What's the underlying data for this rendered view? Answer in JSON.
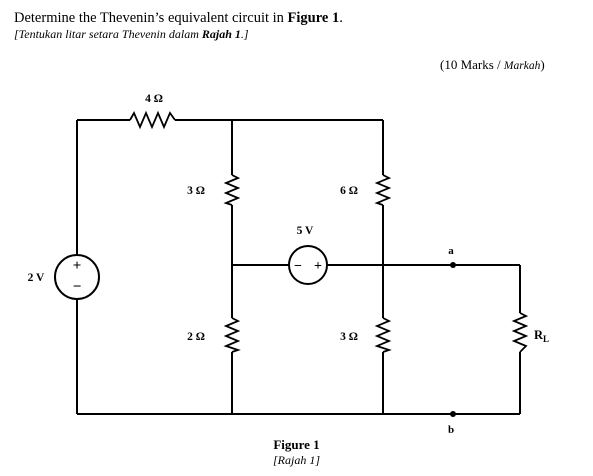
{
  "question": {
    "title_prefix": "Determine the Thevenin’s equivalent circuit in ",
    "title_figure": "Figure 1",
    "title_suffix": ".",
    "subtitle_prefix": "[Tentukan litar setara Thevenin dalam ",
    "subtitle_figure": "Rajah 1",
    "subtitle_suffix": ".]",
    "marks_text": "(10 Marks / ",
    "marks_italic": "Markah",
    "marks_close": ")"
  },
  "circuit": {
    "source_left": {
      "label": "2 V",
      "plus": "+",
      "minus": "−"
    },
    "source_mid": {
      "label": "5 V",
      "plus": "+",
      "minus": "−"
    },
    "r_top": "4 Ω",
    "r_mid_upper": "3 Ω",
    "r_mid_lower": "2 Ω",
    "r_right_upper": "6 Ω",
    "r_right_lower": "3 Ω",
    "r_load": "R",
    "r_load_sub": "L",
    "node_a": "a",
    "node_b": "b"
  },
  "caption": {
    "figure": "Figure 1",
    "rajah": "[Rajah 1]"
  }
}
